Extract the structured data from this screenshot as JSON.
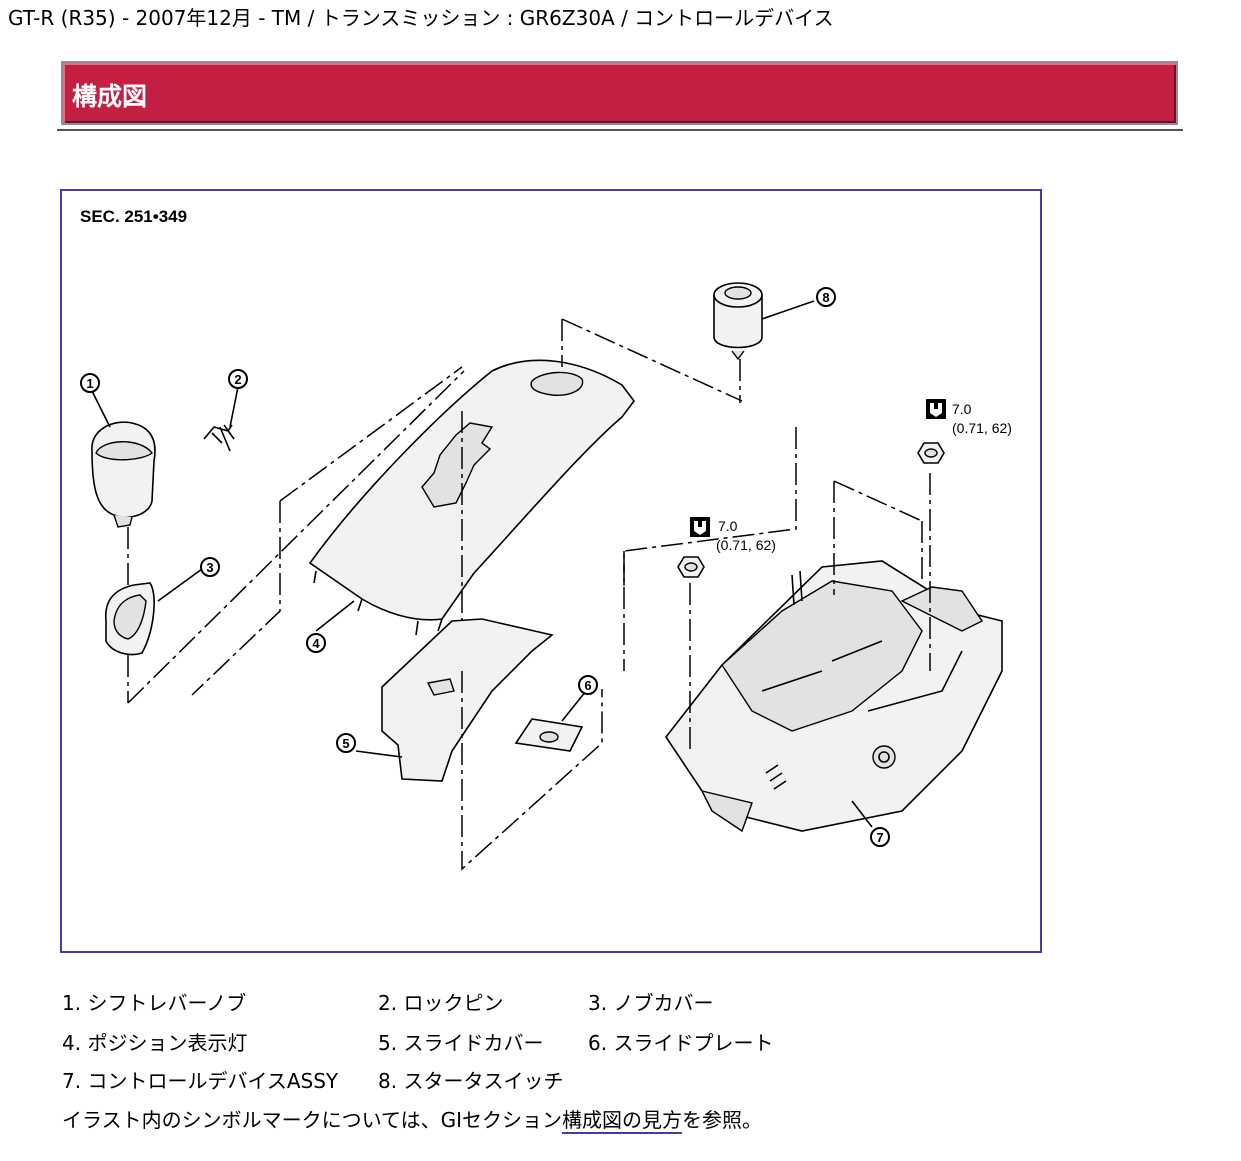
{
  "breadcrumb": "GT-R (R35) - 2007年12月 - TM / トランスミッション : GR6Z30A / コントロールデバイス",
  "section_title": "構成図",
  "figure": {
    "sec_label": "SEC. 251•349",
    "torque_1_value": "7.0",
    "torque_1_units": "(0.71, 62)",
    "torque_2_value": "7.0",
    "torque_2_units": "(0.71, 62)",
    "callouts": [
      "1",
      "2",
      "3",
      "4",
      "5",
      "6",
      "7",
      "8"
    ]
  },
  "legend": [
    "1. シフトレバーノブ",
    "2. ロックピン",
    "3. ノブカバー",
    "4. ポジション表示灯",
    "5. スライドカバー",
    "6. スライドプレート",
    "7. コントロールデバイスASSY",
    "8. スタータスイッチ"
  ],
  "note": {
    "before": "イラスト内のシンボルマークについては、GIセクション",
    "link": "構成図の見方",
    "after": "を参照。"
  }
}
